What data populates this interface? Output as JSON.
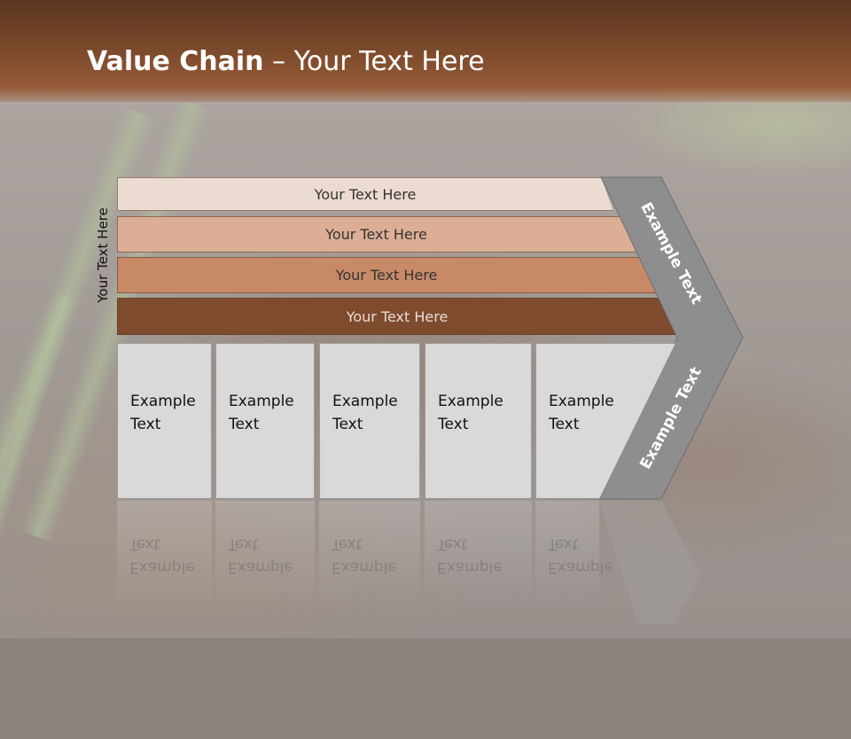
{
  "slide": {
    "title_bold": "Value Chain",
    "title_rest": " – Your Text Here",
    "vertical_label": "Your Text Here",
    "bars": [
      {
        "label": "Your Text Here",
        "color": "#ecdbd0",
        "text_color": "#333333"
      },
      {
        "label": "Your Text Here",
        "color": "#dcae95",
        "text_color": "#333333"
      },
      {
        "label": "Your Text Here",
        "color": "#c88a66",
        "text_color": "#333333"
      },
      {
        "label": "Your Text Here",
        "color": "#7f4b2f",
        "text_color": "#e8ddd5"
      }
    ],
    "boxes": [
      {
        "line1": "Example",
        "line2": "Text"
      },
      {
        "line1": "Example",
        "line2": "Text"
      },
      {
        "line1": "Example",
        "line2": "Text"
      },
      {
        "line1": "Example",
        "line2": "Text"
      },
      {
        "line1": "Example",
        "line2": "Text"
      }
    ],
    "chevron_upper": "Example Text",
    "chevron_lower": "Example Text",
    "chevron_color": "#8e8e8e"
  }
}
